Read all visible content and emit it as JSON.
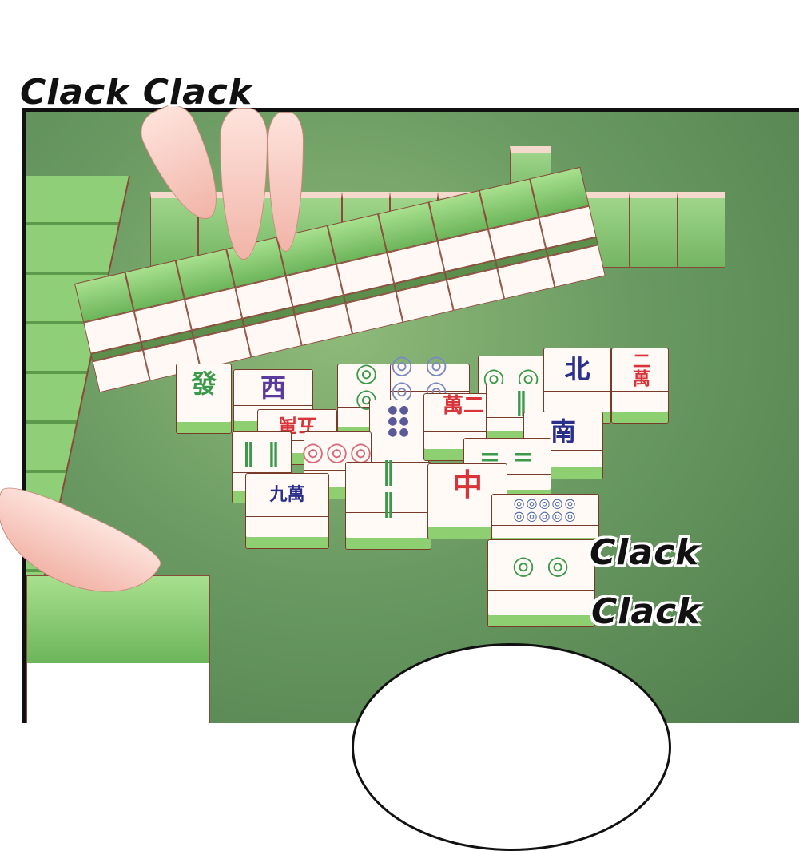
{
  "sfx": {
    "top": "Clack Clack",
    "right_line1": "Clack",
    "right_line2": "Clack"
  },
  "tiles": {
    "fa": "發",
    "xi": "西",
    "wu_wan": "五萬",
    "er_wan_big": "二萬",
    "jiu_wan": "九萬",
    "zhong": "中",
    "bei": "北",
    "er_wan_right": "二萬",
    "nan": "南"
  },
  "colors": {
    "felt": "#5f8f55",
    "tile_back": "#8ecf72",
    "wan_red": "#d8343a",
    "wind_blue": "#2a2f8a"
  }
}
